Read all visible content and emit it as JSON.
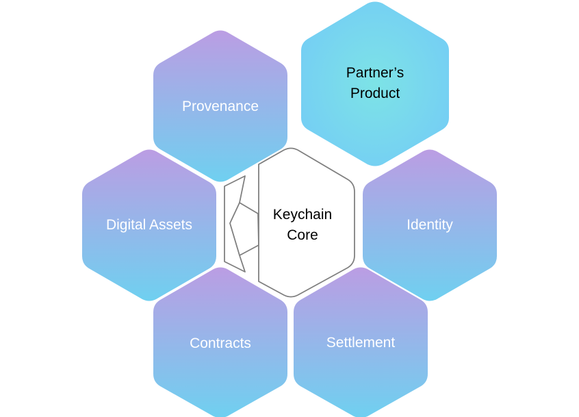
{
  "diagram": {
    "core": {
      "line1": "Keychain",
      "line2": "Core",
      "stroke_color": "#7f7f7f",
      "text_color": "#000000"
    },
    "hexagons": [
      {
        "id": "provenance",
        "label": "Provenance",
        "text_color": "#ffffff",
        "style": "purple-blue"
      },
      {
        "id": "partners-product",
        "line1": "Partner’s",
        "line2": "Product",
        "text_color": "#000000",
        "style": "cyan"
      },
      {
        "id": "digital-assets",
        "label": "Digital Assets",
        "text_color": "#ffffff",
        "style": "purple-blue"
      },
      {
        "id": "identity",
        "label": "Identity",
        "text_color": "#ffffff",
        "style": "purple-blue"
      },
      {
        "id": "contracts",
        "label": "Contracts",
        "text_color": "#ffffff",
        "style": "purple-blue"
      },
      {
        "id": "settlement",
        "label": "Settlement",
        "text_color": "#ffffff",
        "style": "purple-blue"
      }
    ],
    "colors": {
      "gradient_top": "#bb9de3",
      "gradient_bottom": "#6fd0f0",
      "cyan_center": "#7de3e6",
      "cyan_edge": "#74cdf5"
    }
  }
}
